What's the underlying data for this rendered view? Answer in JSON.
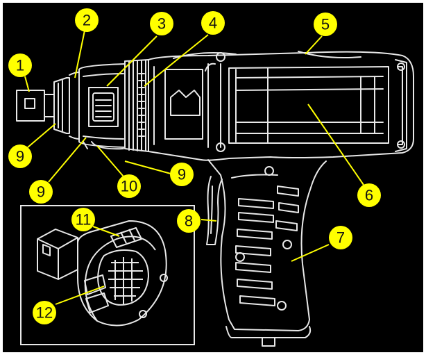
{
  "colors": {
    "background": "#000000",
    "line_art": "#e8e8e8",
    "callout_fill": "#ffff00",
    "callout_text": "#111111",
    "leader": "#ffff00"
  },
  "callouts": [
    {
      "label": "1"
    },
    {
      "label": "2"
    },
    {
      "label": "3"
    },
    {
      "label": "4"
    },
    {
      "label": "5"
    },
    {
      "label": "6"
    },
    {
      "label": "7"
    },
    {
      "label": "8"
    },
    {
      "label": "9"
    },
    {
      "label": "9"
    },
    {
      "label": "9"
    },
    {
      "label": "10"
    },
    {
      "label": "11"
    },
    {
      "label": "12"
    }
  ]
}
